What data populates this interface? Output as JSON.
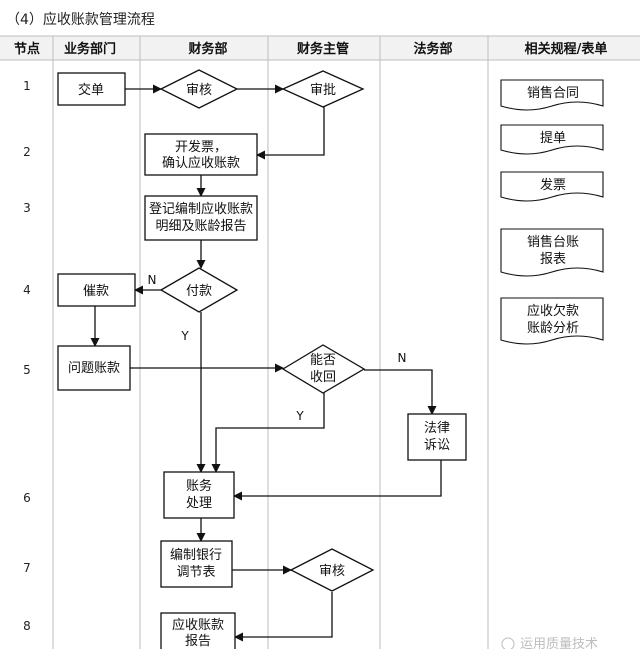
{
  "title": "（4）应收账款管理流程",
  "columns": [
    "节点",
    "业务部门",
    "财务部",
    "财务主管",
    "法务部",
    "相关规程/表单"
  ],
  "nodes": [
    "1",
    "2",
    "3",
    "4",
    "5",
    "6",
    "7",
    "8"
  ],
  "steps": {
    "jiaodan": [
      "交单"
    ],
    "shenhe1": [
      "审核"
    ],
    "shenpi": [
      "审批"
    ],
    "kaifapiao": [
      "开发票，",
      "确认应收账款"
    ],
    "dengji": [
      "登记编制应收账款",
      "明细及账龄报告"
    ],
    "fukuan": [
      "付款"
    ],
    "cuikuan": [
      "催款"
    ],
    "wenti": [
      "问题账款"
    ],
    "nengfou": [
      "能否",
      "收回"
    ],
    "falv": [
      "法律",
      "诉讼"
    ],
    "zhangwu": [
      "账务",
      "处理"
    ],
    "bianzhi": [
      "编制银行",
      "调节表"
    ],
    "shenhe2": [
      "审核"
    ],
    "baogao": [
      "应收账款",
      "报告"
    ]
  },
  "branch_labels": {
    "fukuan_no": "N",
    "fukuan_yes": "Y",
    "nengfou_no": "N",
    "nengfou_yes": "Y"
  },
  "documents": [
    [
      "销售合同"
    ],
    [
      "提单"
    ],
    [
      "发票"
    ],
    [
      "销售台账",
      "报表"
    ],
    [
      "应收欠款",
      "账龄分析"
    ]
  ],
  "watermark": "运用质量技术"
}
